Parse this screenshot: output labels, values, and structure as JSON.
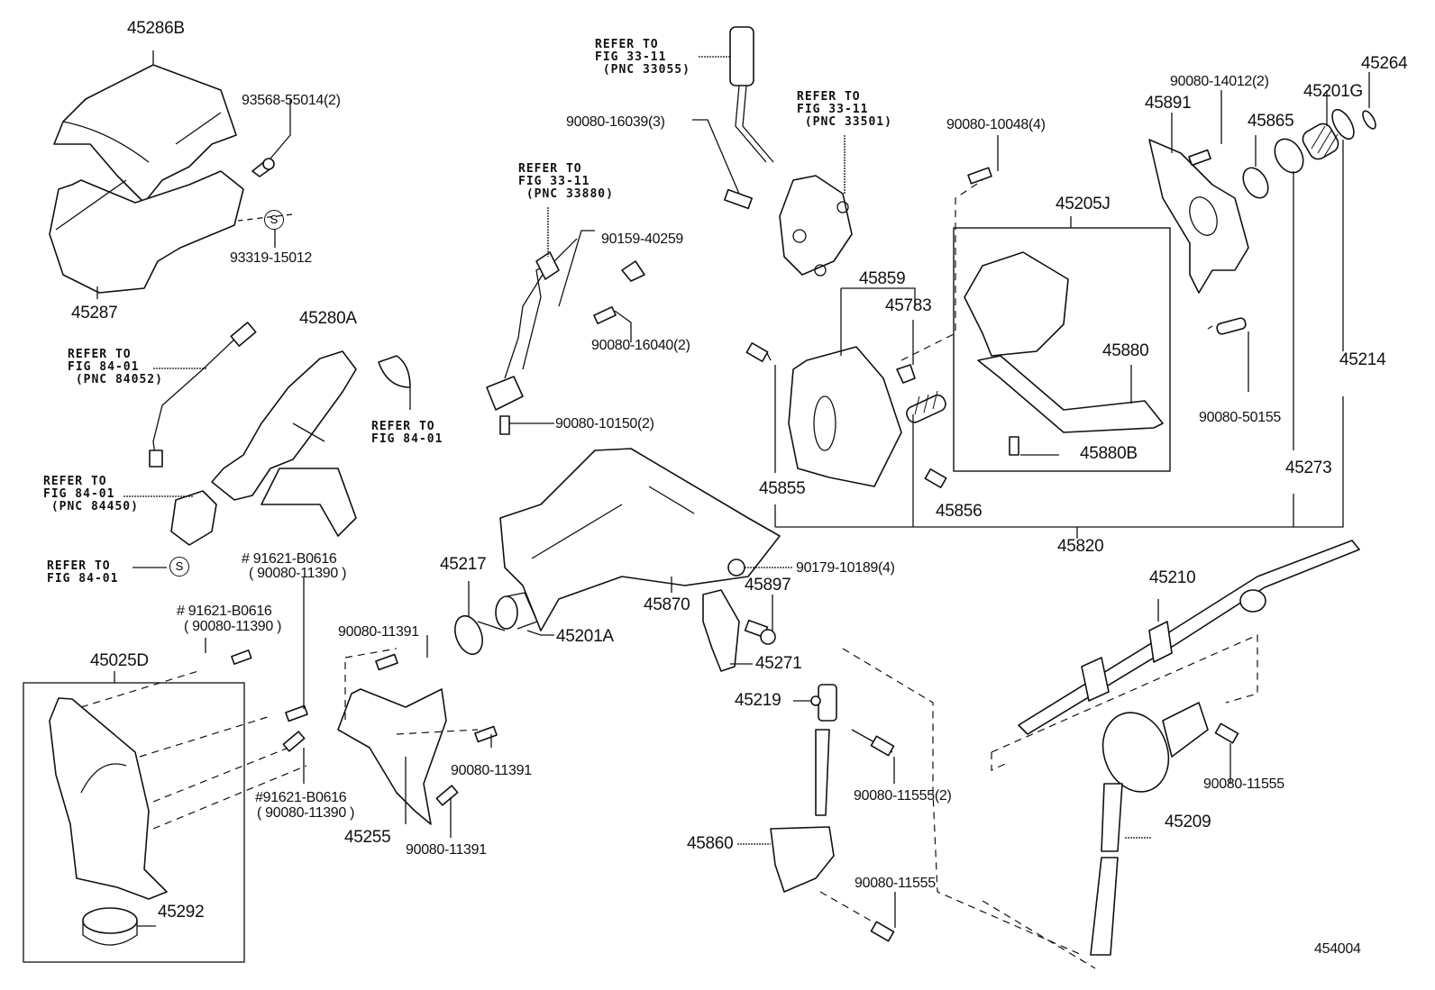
{
  "diagram": {
    "type": "exploded-parts-diagram",
    "subject": "steering column",
    "figure_code": "454004",
    "parts": {
      "p45286B": "45286B",
      "p93568": "93568-55014(2)",
      "p93319": "93319-15012",
      "p45287": "45287",
      "p45280A": "45280A",
      "p45025D": "45025D",
      "p45292": "45292",
      "p45255": "45255",
      "p90080_11391_a": "90080-11391",
      "p90080_11391_b": "90080-11391",
      "p90080_11391_c": "90080-11391",
      "p91621_a": "# 91621-B0616",
      "p91621_a_alt": "( 90080-11390  )",
      "p91621_b": "# 91621-B0616",
      "p91621_b_alt": "( 90080-11390  )",
      "p91621_c": "#91621-B0616",
      "p91621_c_alt": "( 90080-11390 )",
      "p90080_16039": "90080-16039(3)",
      "p90159": "90159-40259",
      "p90080_16040": "90080-16040(2)",
      "p90080_10150": "90080-10150(2)",
      "p45217": "45217",
      "p45201A": "45201A",
      "p45870": "45870",
      "p90179": "90179-10189(4)",
      "p45897": "45897",
      "p45271": "45271",
      "p45219": "45219",
      "p90080_11555_2": "90080-11555(2)",
      "p45860": "45860",
      "p90080_11555_a": "90080-11555",
      "p90080_11555_b": "90080-11555",
      "p90080_10048": "90080-10048(4)",
      "p45859": "45859",
      "p45783": "45783",
      "p45855": "45855",
      "p45856": "45856",
      "p45205J": "45205J",
      "p45880": "45880",
      "p45880B": "45880B",
      "p45820": "45820",
      "p90080_14012": "90080-14012(2)",
      "p45891": "45891",
      "p45865": "45865",
      "p45201G": "45201G",
      "p45264": "45264",
      "p90080_50155": "90080-50155",
      "p45214": "45214",
      "p45273": "45273",
      "p45210": "45210",
      "p45209": "45209"
    },
    "references": {
      "r33055": "REFER TO\nFIG 33-11\n (PNC 33055)",
      "r33501": "REFER TO\nFIG 33-11\n (PNC 33501)",
      "r33880": "REFER TO\nFIG 33-11\n (PNC 33880)",
      "r84052": "REFER TO\nFIG 84-01\n (PNC 84052)",
      "r84450": "REFER TO\nFIG 84-01\n (PNC 84450)",
      "r8401a": "REFER TO\nFIG 84-01",
      "r8401b": "REFER TO\nFIG 84-01"
    },
    "symbols": {
      "s_mark": "S"
    }
  }
}
